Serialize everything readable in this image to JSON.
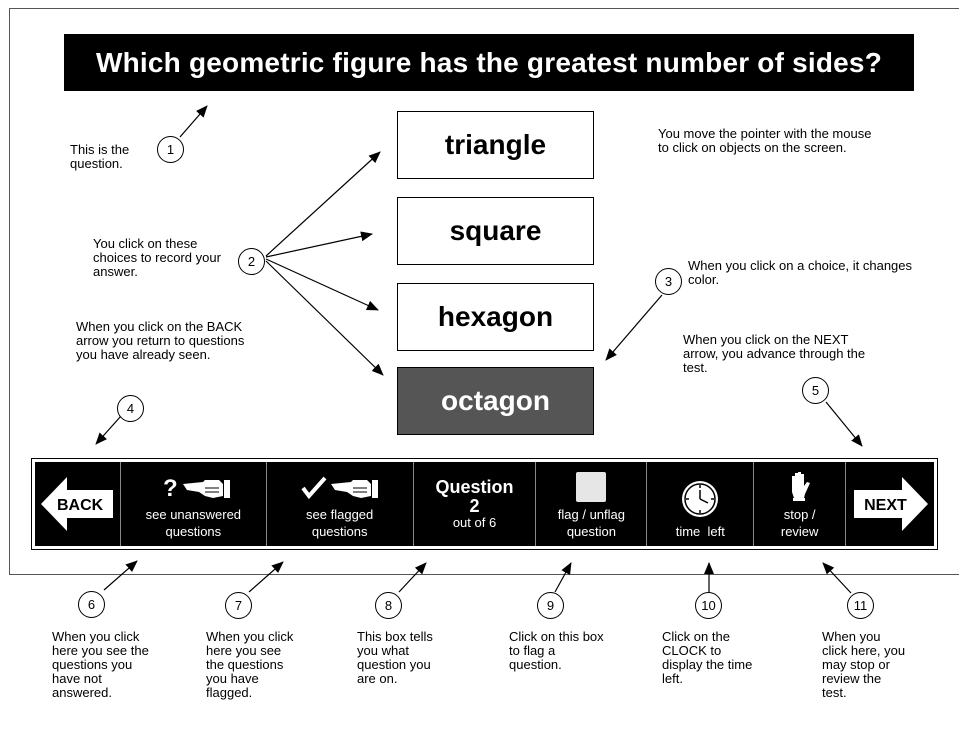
{
  "question": "Which geometric figure has the greatest number of sides?",
  "choices": [
    {
      "label": "triangle",
      "selected": false
    },
    {
      "label": "square",
      "selected": false
    },
    {
      "label": "hexagon",
      "selected": false
    },
    {
      "label": "octagon",
      "selected": true
    }
  ],
  "notes": {
    "n1": "This is the question.",
    "n2": "You click on these choices to record your answer.",
    "n3": "When you click on a choice, it changes color.",
    "n4": "When you click on the BACK arrow you return to questions you have already seen.",
    "n5": "When you click on the NEXT arrow, you advance through the test.",
    "pointer": "You move the pointer with the mouse to click on objects on the screen.",
    "n6": "When you click here you see the questions you have not answered.",
    "n7": "When you click here you see the questions you have flagged.",
    "n8": "This box tells you what question you are on.",
    "n9": "Click on this box to flag a question.",
    "n10": "Click on the CLOCK to display the time left.",
    "n11": "When you click here, you may stop or review the test."
  },
  "numbers": [
    "1",
    "2",
    "3",
    "4",
    "5",
    "6",
    "7",
    "8",
    "9",
    "10",
    "11"
  ],
  "toolbar": {
    "back": "BACK",
    "unanswered_line1": "see unanswered",
    "unanswered_line2": "questions",
    "flagged_line1": "see flagged",
    "flagged_line2": "questions",
    "question_title": "Question",
    "question_number": "2",
    "question_of": "out of 6",
    "flag_line1": "flag / unflag",
    "flag_line2": "question",
    "time": "time  left",
    "stop_line1": "stop /",
    "stop_line2": "review",
    "next": "NEXT"
  },
  "icons": {
    "unanswered": "question-hand-icon",
    "flagged": "checkmark-hand-icon",
    "flag": "flag-box-icon",
    "clock": "clock-icon",
    "stop": "stop-hand-icon",
    "back": "back-arrow-icon",
    "next": "next-arrow-icon"
  },
  "colors": {
    "selected_choice": "#555555",
    "toolbar": "#000000",
    "banner": "#000000"
  }
}
